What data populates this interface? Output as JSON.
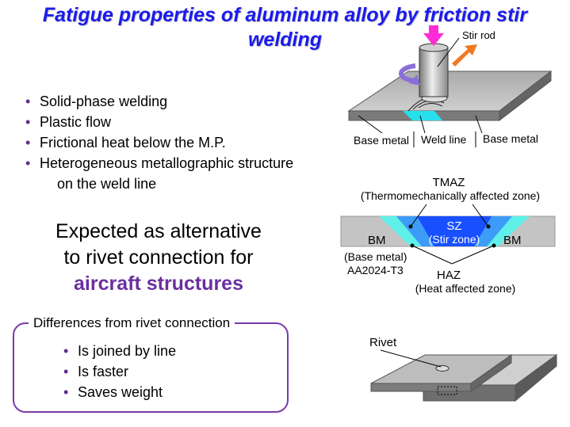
{
  "title": {
    "line1": "Fatigue properties of aluminum alloy by friction stir",
    "line2": "welding"
  },
  "features": [
    "Solid-phase welding",
    "Plastic flow",
    "Frictional heat below the M.P.",
    "Heterogeneous metallographic structure",
    "on the weld line"
  ],
  "expected": {
    "line1": "Expected as alternative",
    "line2": "to rivet connection for",
    "line3": "aircraft structures"
  },
  "differences": {
    "title": "Differences from rivet connection",
    "items": [
      "Is joined by line",
      "Is faster",
      "Saves weight"
    ]
  },
  "fsw_diagram": {
    "stir_rod": "Stir rod",
    "base_metal_left": "Base metal",
    "weld_line": "Weld line",
    "base_metal_right": "Base metal"
  },
  "zones": {
    "tmaz": "TMAZ",
    "tmaz_full": "(Thermomechanically affected zone)",
    "sz": "SZ",
    "sz_full": "(Stir zone)",
    "bm_left": "BM",
    "bm_right": "BM",
    "bm_full": "(Base metal)",
    "alloy": "AA2024-T3",
    "haz": "HAZ",
    "haz_full": "(Heat affected zone)"
  },
  "rivet_diagram": {
    "label": "Rivet"
  },
  "colors": {
    "title": "#1a1aee",
    "accent": "#6b2fa0",
    "bullet": "#5c2d91",
    "sz": "#1c50ff",
    "haz": "#33c2ff",
    "tmaz": "#66ffee",
    "plate": "#bdbdbd"
  }
}
